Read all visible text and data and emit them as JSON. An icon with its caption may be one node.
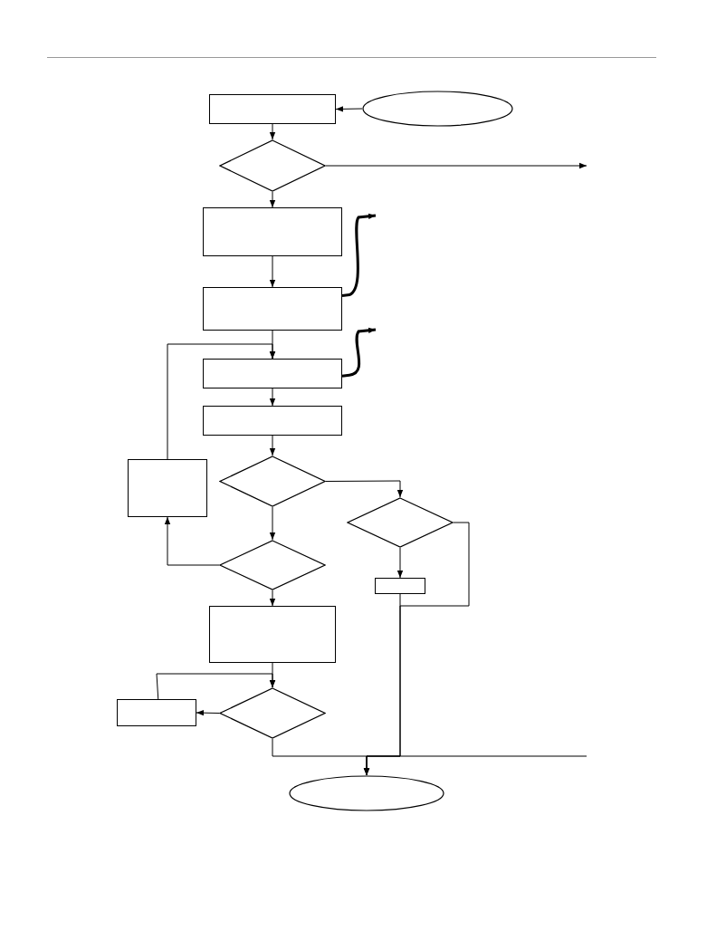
{
  "diagram": {
    "nodes": [
      {
        "text": [],
        "shape": "box"
      },
      {
        "text": [],
        "shape": "ellipse"
      },
      {
        "text": [],
        "shape": "diamond"
      },
      {
        "text": [],
        "shape": "box"
      },
      {
        "text": [],
        "shape": "box"
      },
      {
        "text": [],
        "shape": "box"
      },
      {
        "text": [],
        "shape": "box"
      },
      {
        "text": [],
        "shape": "diamond"
      },
      {
        "text": [],
        "shape": "box"
      },
      {
        "text": [],
        "shape": "diamond"
      },
      {
        "text": [],
        "shape": "diamond"
      },
      {
        "text": [],
        "shape": "box"
      },
      {
        "text": [],
        "shape": "box"
      },
      {
        "text": [],
        "shape": "diamond"
      },
      {
        "text": [],
        "shape": "box"
      },
      {
        "text": [],
        "shape": "ellipse"
      }
    ],
    "edges": [
      {
        "from": 1,
        "to": 0,
        "arrow": "to"
      },
      {
        "from": 0,
        "to": 2,
        "arrow": "to"
      },
      {
        "from": 2,
        "to": null,
        "arrow": "to"
      },
      {
        "from": 2,
        "to": 3,
        "arrow": "to"
      },
      {
        "from": 3,
        "to": 4,
        "arrow": "to"
      },
      {
        "from": 4,
        "to": 5,
        "arrow": "to"
      },
      {
        "from": 5,
        "to": 6,
        "arrow": "to"
      },
      {
        "from": 6,
        "to": 7,
        "arrow": "to"
      },
      {
        "from": 7,
        "to": 9,
        "arrow": "to"
      },
      {
        "from": 7,
        "to": 10,
        "arrow": "to"
      },
      {
        "from": 10,
        "to": 8,
        "arrow": "to"
      },
      {
        "from": 8,
        "to": 5,
        "arrow": "to"
      },
      {
        "from": 9,
        "to": 11,
        "arrow": "to"
      },
      {
        "from": 9,
        "to": 15,
        "arrow": "to"
      },
      {
        "from": 11,
        "to": 15,
        "arrow": "to"
      },
      {
        "from": 10,
        "to": 12,
        "arrow": "to"
      },
      {
        "from": 12,
        "to": 13,
        "arrow": "to"
      },
      {
        "from": 13,
        "to": 14,
        "arrow": "to"
      },
      {
        "from": 14,
        "to": 13,
        "arrow": "to"
      },
      {
        "from": 13,
        "to": 15,
        "arrow": "to"
      },
      {
        "from": null,
        "to": 15,
        "arrow": "to"
      },
      {
        "from": 4,
        "to": null,
        "arrow": "to",
        "style": "thick"
      },
      {
        "from": 5,
        "to": null,
        "arrow": "to",
        "style": "thick"
      }
    ]
  }
}
